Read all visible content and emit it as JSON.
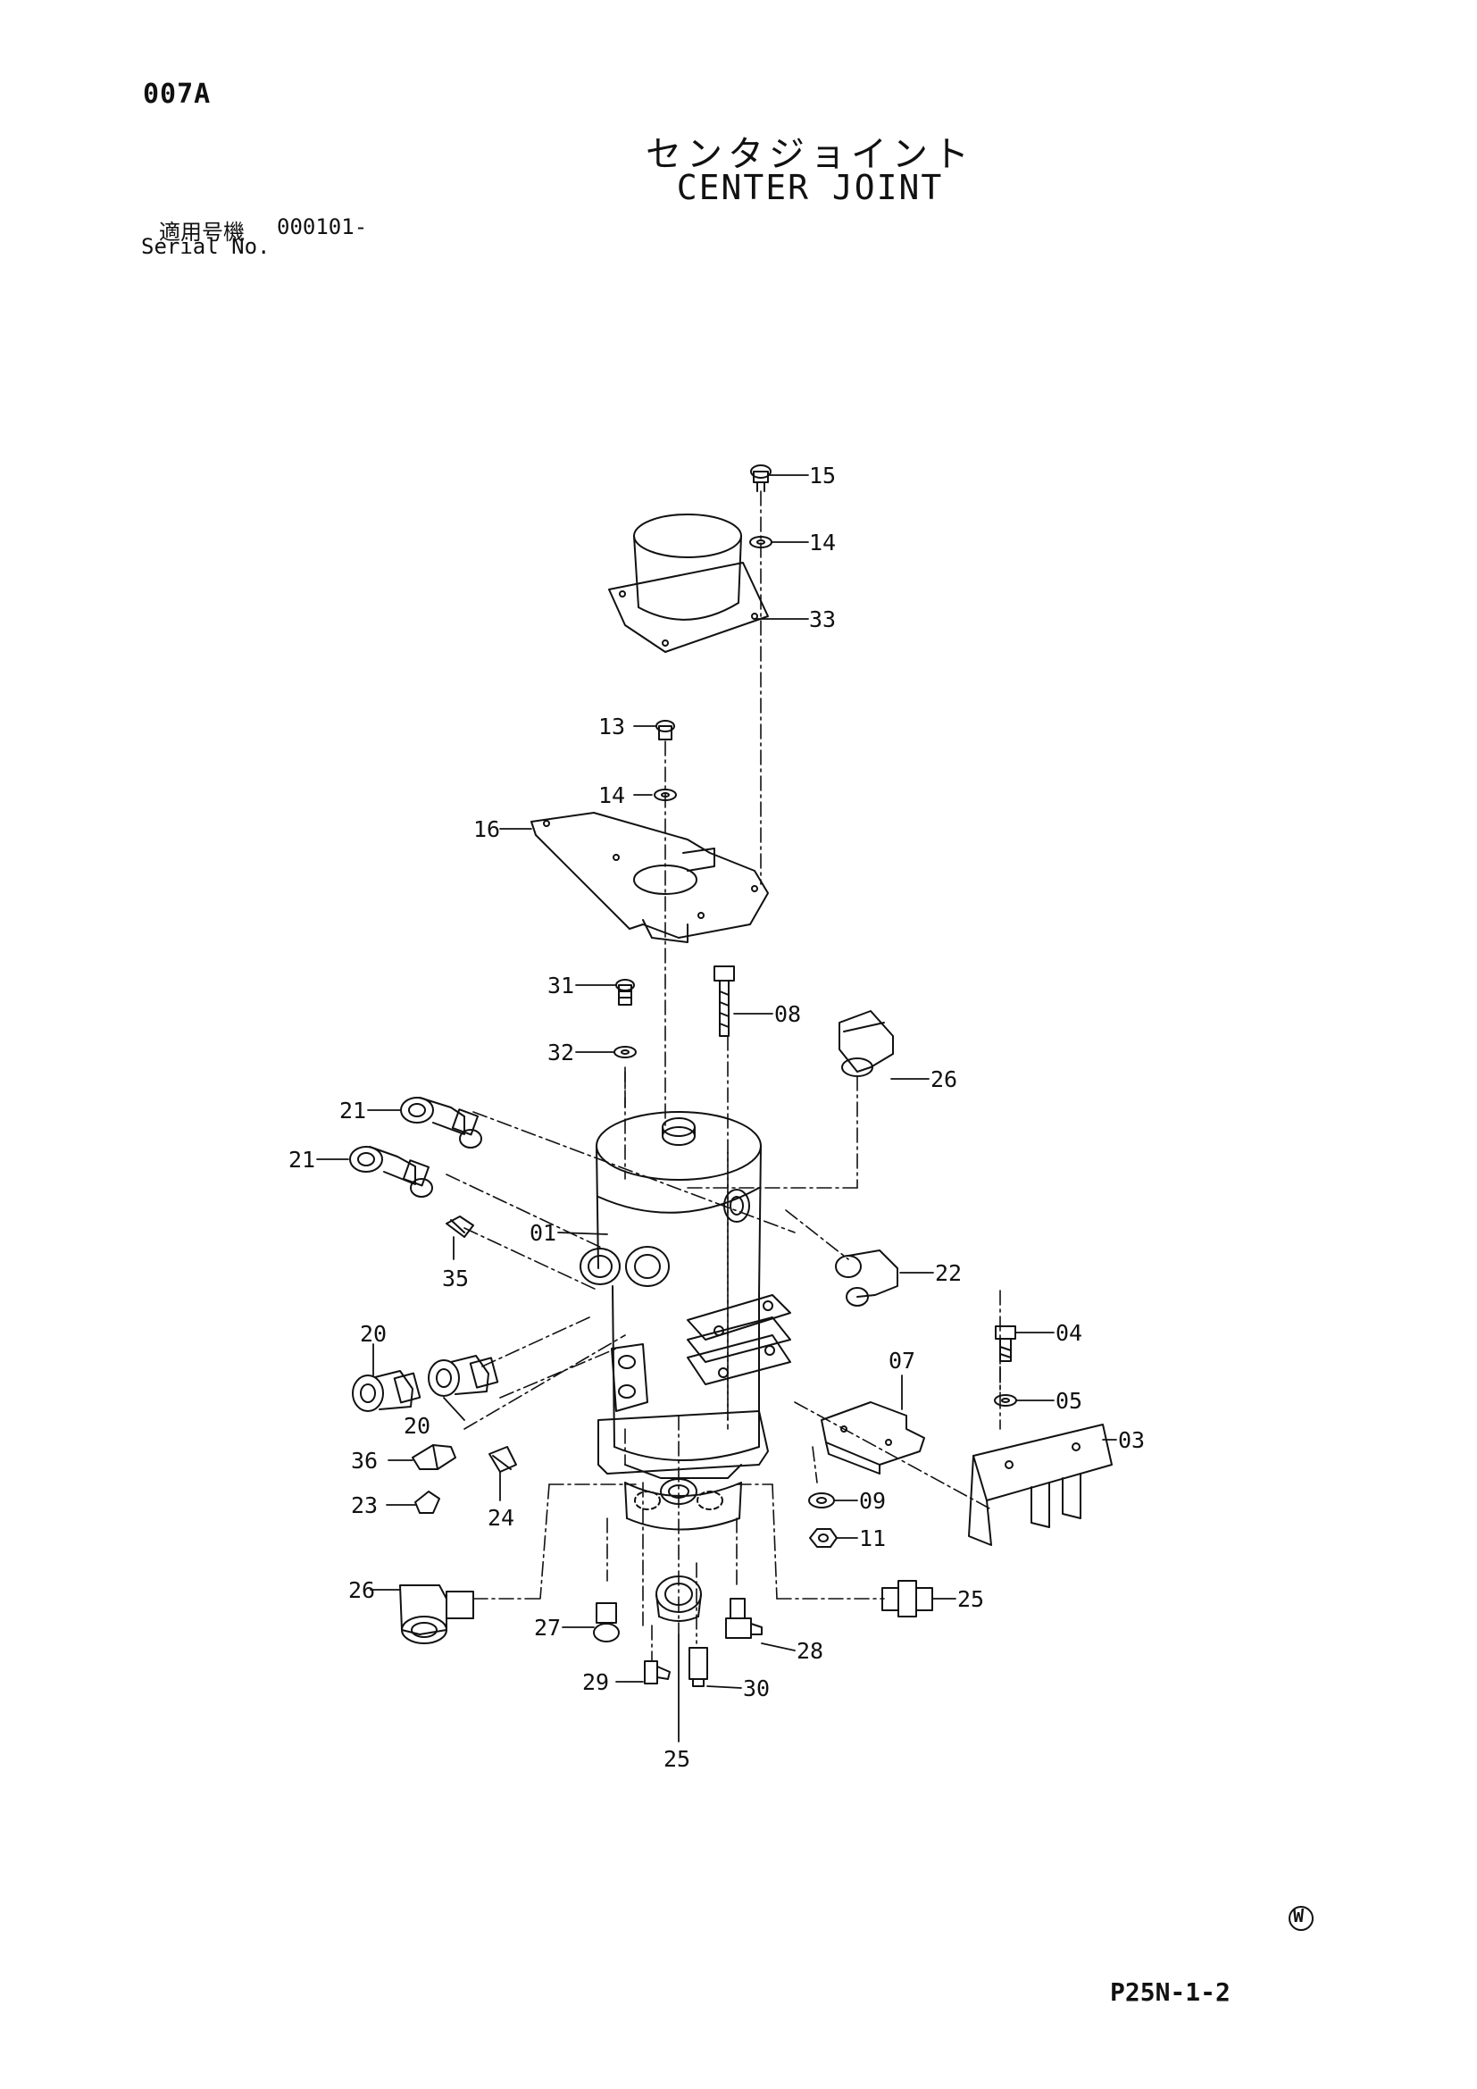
{
  "header": {
    "page_code": "007A",
    "title_jp": "センタジョイント",
    "title_en": "CENTER JOINT",
    "serial_label_jp": "適用号機",
    "serial_value": "000101-",
    "serial_label_en": "Serial No."
  },
  "diagram": {
    "part_labels": [
      "15",
      "14",
      "33",
      "13",
      "14",
      "16",
      "31",
      "08",
      "32",
      "26",
      "21",
      "21",
      "01",
      "35",
      "22",
      "04",
      "20",
      "07",
      "05",
      "20",
      "03",
      "36",
      "09",
      "23",
      "24",
      "11",
      "26",
      "25",
      "27",
      "28",
      "29",
      "30",
      "25"
    ]
  },
  "footer": {
    "brand_mark": "W",
    "page_ref": "P25N-1-2"
  }
}
